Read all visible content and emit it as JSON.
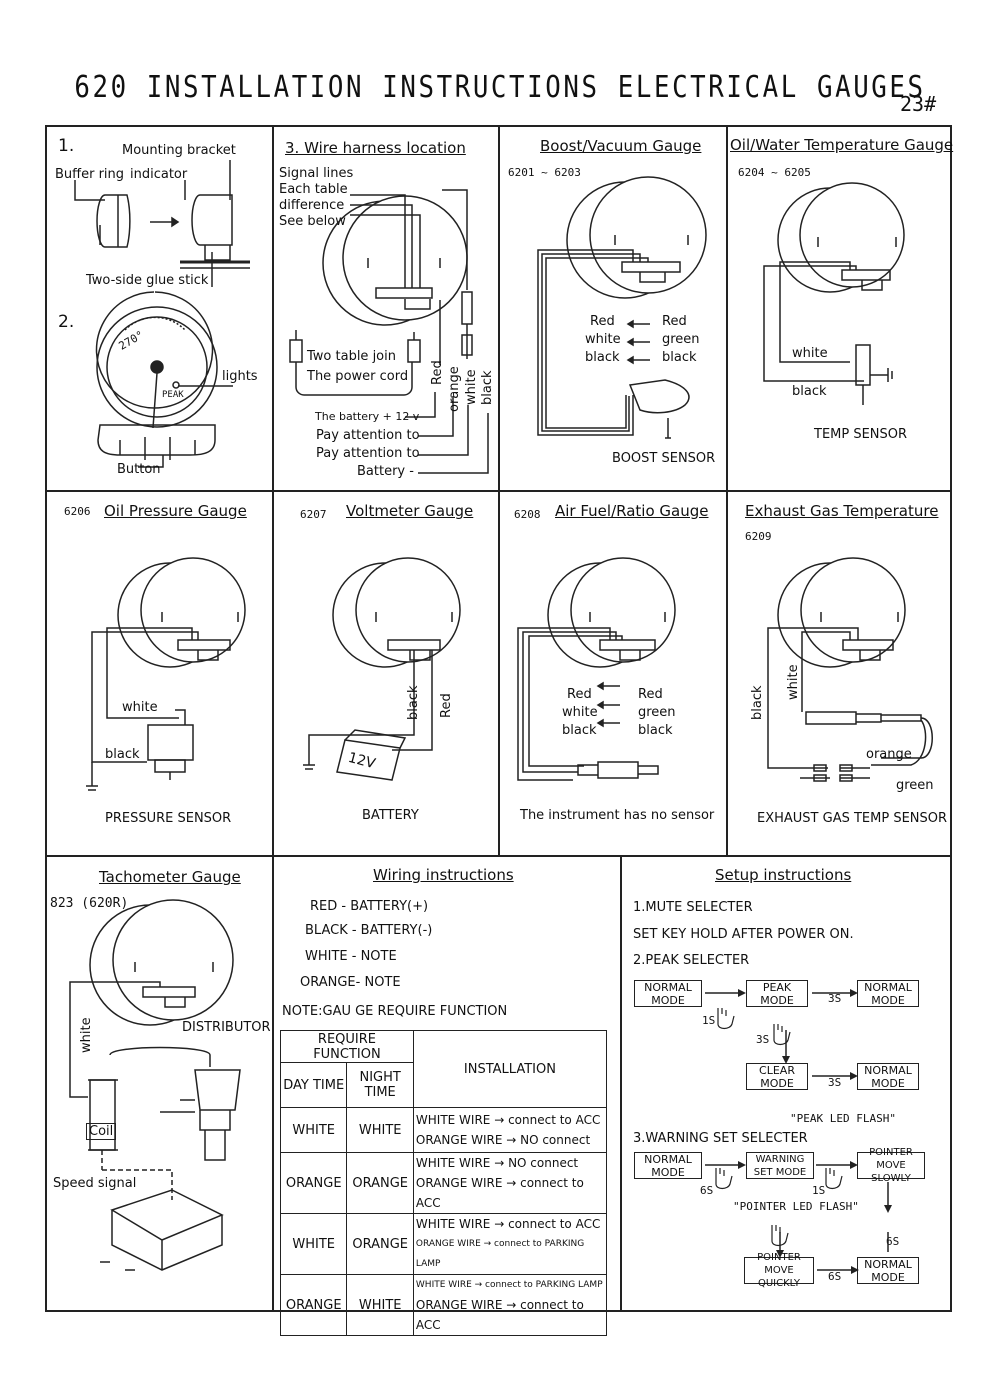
{
  "title": "620  INSTALLATION INSTRUCTIONS ELECTRICAL GAUGES",
  "page_number": "23#",
  "panel1": {
    "step1": "1.",
    "mounting_bracket": "Mounting bracket",
    "buffer_ring": "Buffer ring",
    "indicator": "indicator",
    "glue": "Two-side glue stick",
    "step2": "2.",
    "angle": "270°",
    "peak": "PEAK",
    "lights": "lights",
    "button": "Button"
  },
  "panel3": {
    "heading": "3. Wire harness location",
    "signal_lines": "Signal lines",
    "each_table": "Each table",
    "difference": "difference",
    "see_below": "See below",
    "two_table_join": "Two table join",
    "power_cord": "The power cord",
    "battery_12v": "The battery + 12 v",
    "pay_attention_1": "Pay attention to",
    "pay_attention_2": "Pay attention to",
    "battery_neg": "Battery -",
    "wire_red": "Red",
    "wire_orange": "orange",
    "wire_white": "white",
    "wire_black": "black"
  },
  "boost": {
    "heading": "Boost/Vacuum Gauge",
    "model": "6201 ~ 6203",
    "map_left": [
      "Red",
      "white",
      "black"
    ],
    "map_right": [
      "Red",
      "green",
      "black"
    ],
    "sensor": "BOOST SENSOR"
  },
  "temp": {
    "heading": "Oil/Water Temperature Gauge",
    "model": "6204 ~ 6205",
    "white": "white",
    "black": "black",
    "sensor": "TEMP SENSOR"
  },
  "oil": {
    "model": "6206",
    "heading": "Oil Pressure Gauge",
    "white": "white",
    "black": "black",
    "sensor": "PRESSURE SENSOR"
  },
  "volt": {
    "model": "6207",
    "heading": "Voltmeter Gauge",
    "black": "black",
    "red": "Red",
    "battery_label": "12V",
    "sensor": "BATTERY"
  },
  "afr": {
    "model": "6208",
    "heading": "Air Fuel/Ratio Gauge",
    "map_left": [
      "Red",
      "white",
      "black"
    ],
    "map_right": [
      "Red",
      "green",
      "black"
    ],
    "note": "The instrument has no sensor"
  },
  "egt": {
    "heading": "Exhaust Gas Temperature",
    "model": "6209",
    "black": "black",
    "white": "white",
    "orange": "orange",
    "green": "green",
    "sensor": "EXHAUST GAS TEMP SENSOR"
  },
  "tach": {
    "heading": "Tachometer Gauge",
    "model": "823 (620R)",
    "distributor": "DISTRIBUTOR",
    "white": "white",
    "coil": "Coil",
    "speed_signal": "Speed signal"
  },
  "wiring": {
    "heading": "Wiring instructions",
    "lines": [
      "RED  - BATTERY(+)",
      "BLACK - BATTERY(-)",
      "WHITE - NOTE",
      "ORANGE- NOTE"
    ],
    "note": "NOTE:GAU GE REQUIRE FUNCTION",
    "table_header": "REQUIRE FUNCTION",
    "day": "DAY TIME",
    "night": "NIGHT TIME",
    "installation": "INSTALLATION",
    "rows": [
      {
        "day": "WHITE",
        "night": "WHITE",
        "l1": "WHITE WIRE → connect to ACC",
        "l2": "ORANGE WIRE → NO connect"
      },
      {
        "day": "ORANGE",
        "night": "ORANGE",
        "l1": "WHITE WIRE → NO connect",
        "l2": "ORANGE WIRE → connect to ACC"
      },
      {
        "day": "WHITE",
        "night": "ORANGE",
        "l1": "WHITE WIRE → connect to ACC",
        "l2": "ORANGE WIRE → connect to PARKING LAMP"
      },
      {
        "day": "ORANGE",
        "night": "WHITE",
        "l1": "WHITE WIRE → connect to PARKING LAMP",
        "l2": "ORANGE WIRE → connect to ACC"
      }
    ]
  },
  "setup": {
    "heading": "Setup instructions",
    "mute": "1.MUTE SELECTER",
    "mute_desc": "SET KEY HOLD AFTER POWER ON.",
    "peak": "2.PEAK SELECTER",
    "normal_mode": "NORMAL MODE",
    "peak_mode": "PEAK MODE",
    "clear_mode": "CLEAR MODE",
    "t1s": "1S",
    "t3s": "3S",
    "t3s_b": "3S",
    "t3s_c": "3S",
    "peak_led": "\"PEAK LED FLASH\"",
    "warning": "3.WARNING SET SELECTER",
    "warning_mode": "WARNING SET MODE",
    "pointer_slow": "POINTER MOVE SLOWLY",
    "pointer_quick": "POINTER MOVE QUICKLY",
    "t6s": "6S",
    "t1s_b": "1S",
    "t6s_b": "6S",
    "t6s_c": "6S",
    "pointer_led": "\"POINTER LED FLASH\""
  }
}
